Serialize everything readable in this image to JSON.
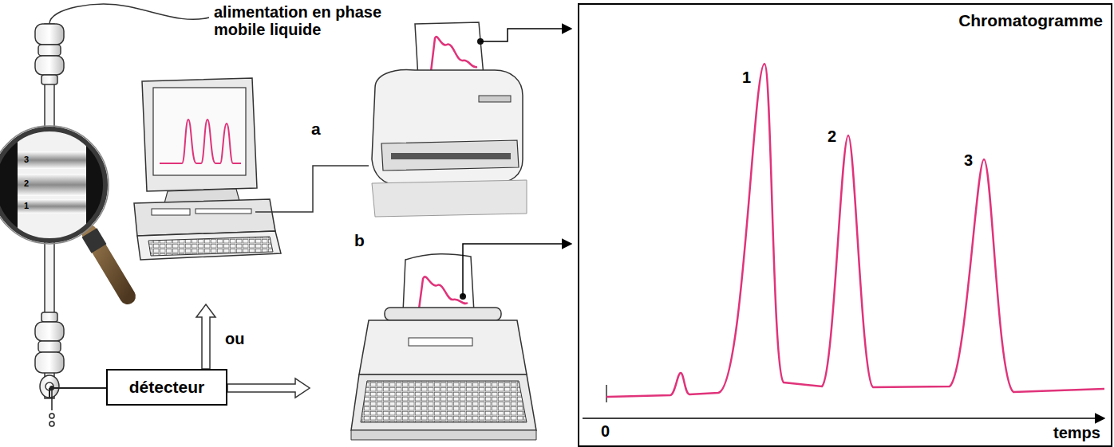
{
  "diagram": {
    "nodes": [
      {
        "text": [
          "détecteur"
        ]
      },
      {
        "text": [
          "Chromatogramme"
        ]
      }
    ],
    "labels": [
      "alimentation en phase mobile liquide",
      "3",
      "2",
      "1",
      "a",
      "ou",
      "b",
      "1",
      "2",
      "3",
      "0",
      "temps"
    ]
  }
}
